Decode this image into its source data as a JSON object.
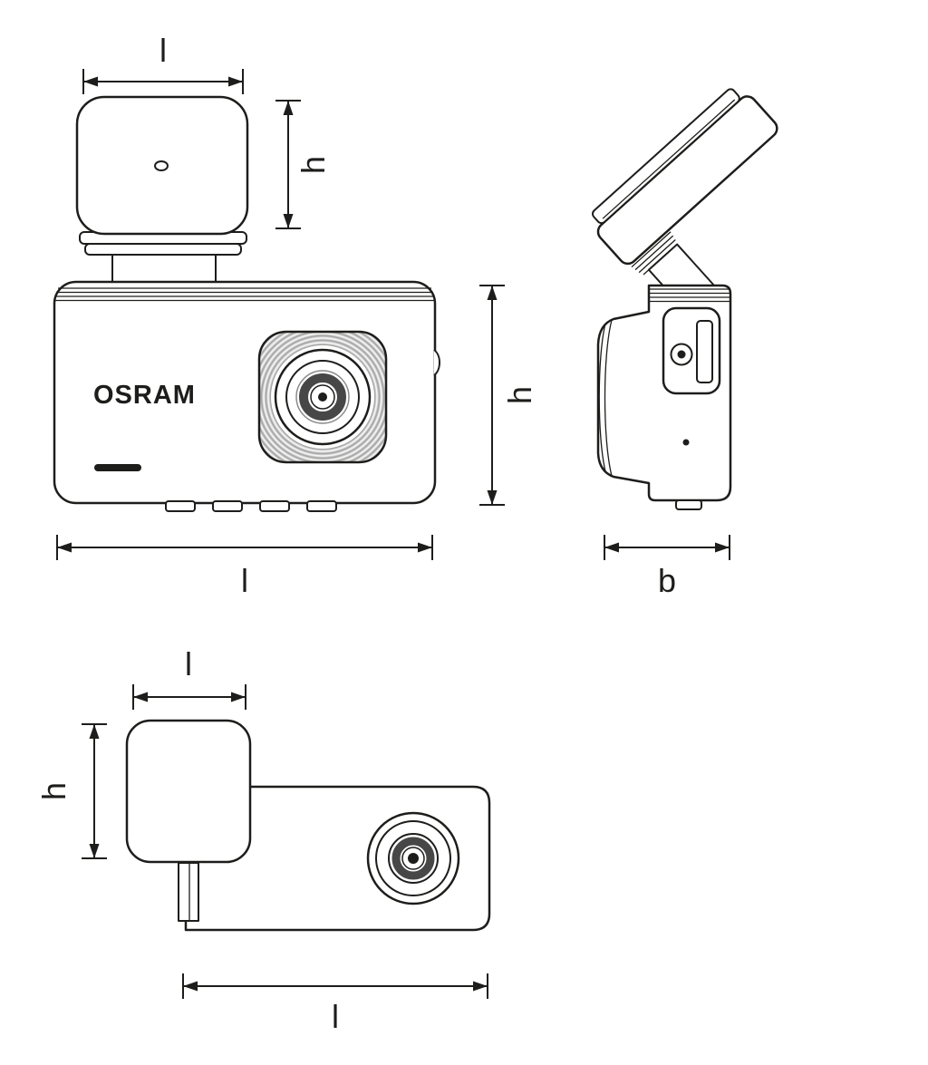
{
  "drawing": {
    "brand": "OSRAM",
    "line_color": "#1d1d1b",
    "background": "#ffffff",
    "front_view": {
      "mount_width_label": "l",
      "mount_height_label": "h",
      "body_height_label": "h",
      "body_width_label": "l"
    },
    "side_view": {
      "depth_label": "b"
    },
    "top_view": {
      "mount_width_label": "l",
      "mount_height_label": "h",
      "body_length_label": "l"
    }
  }
}
